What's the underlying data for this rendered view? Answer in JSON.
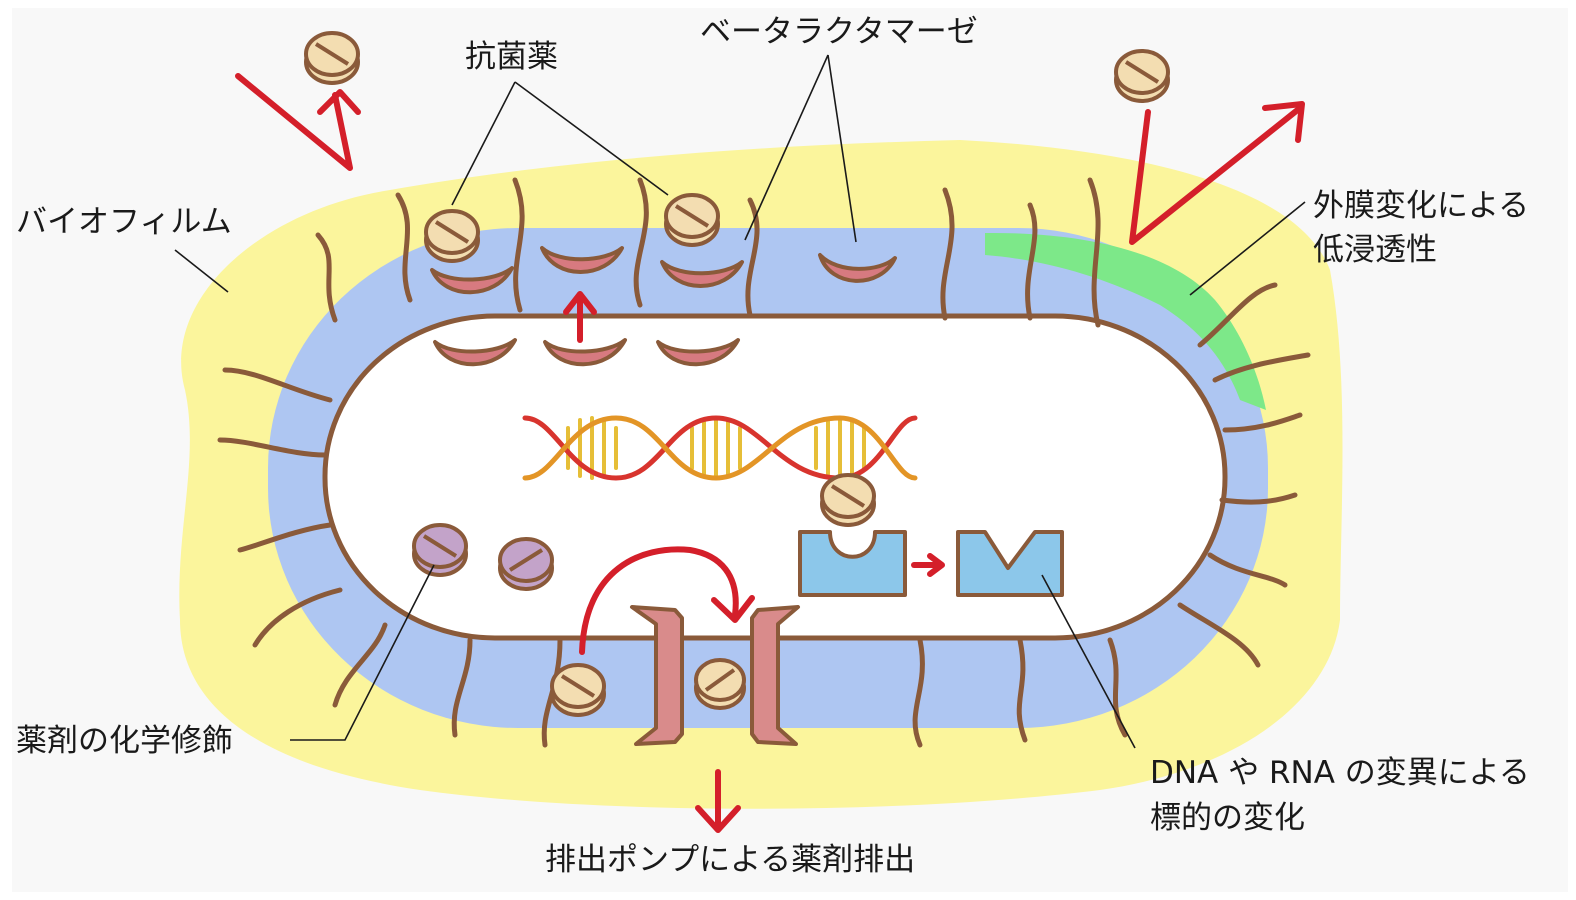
{
  "labels": {
    "antibiotic": "抗菌薬",
    "beta_lactamase": "ベータラクタマーゼ",
    "biofilm": "バイオフィルム",
    "outer_membrane_line1": "外膜変化による",
    "outer_membrane_line2": "低浸透性",
    "chemical_modification": "薬剤の化学修飾",
    "target_change_line1": "DNA や RNA の変異による",
    "target_change_line2": "標的の変化",
    "efflux_pump": "排出ポンプによる薬剤排出"
  },
  "colors": {
    "biofilm": "#fbf59c",
    "periplasm": "#aec6f2",
    "outer_membrane_change": "#7de889",
    "membrane_brown": "#8a5a3a",
    "arrow_red": "#d41f2a",
    "enzyme_pink": "#d77a80",
    "pill_beige": "#f3ddb1",
    "pill_purple": "#c3a3c9",
    "target_blue": "#8cc7ea",
    "pump_pink": "#d98b8b",
    "dna_red": "#d8342e",
    "dna_orange": "#e39526",
    "dna_rung": "#e6be37"
  }
}
